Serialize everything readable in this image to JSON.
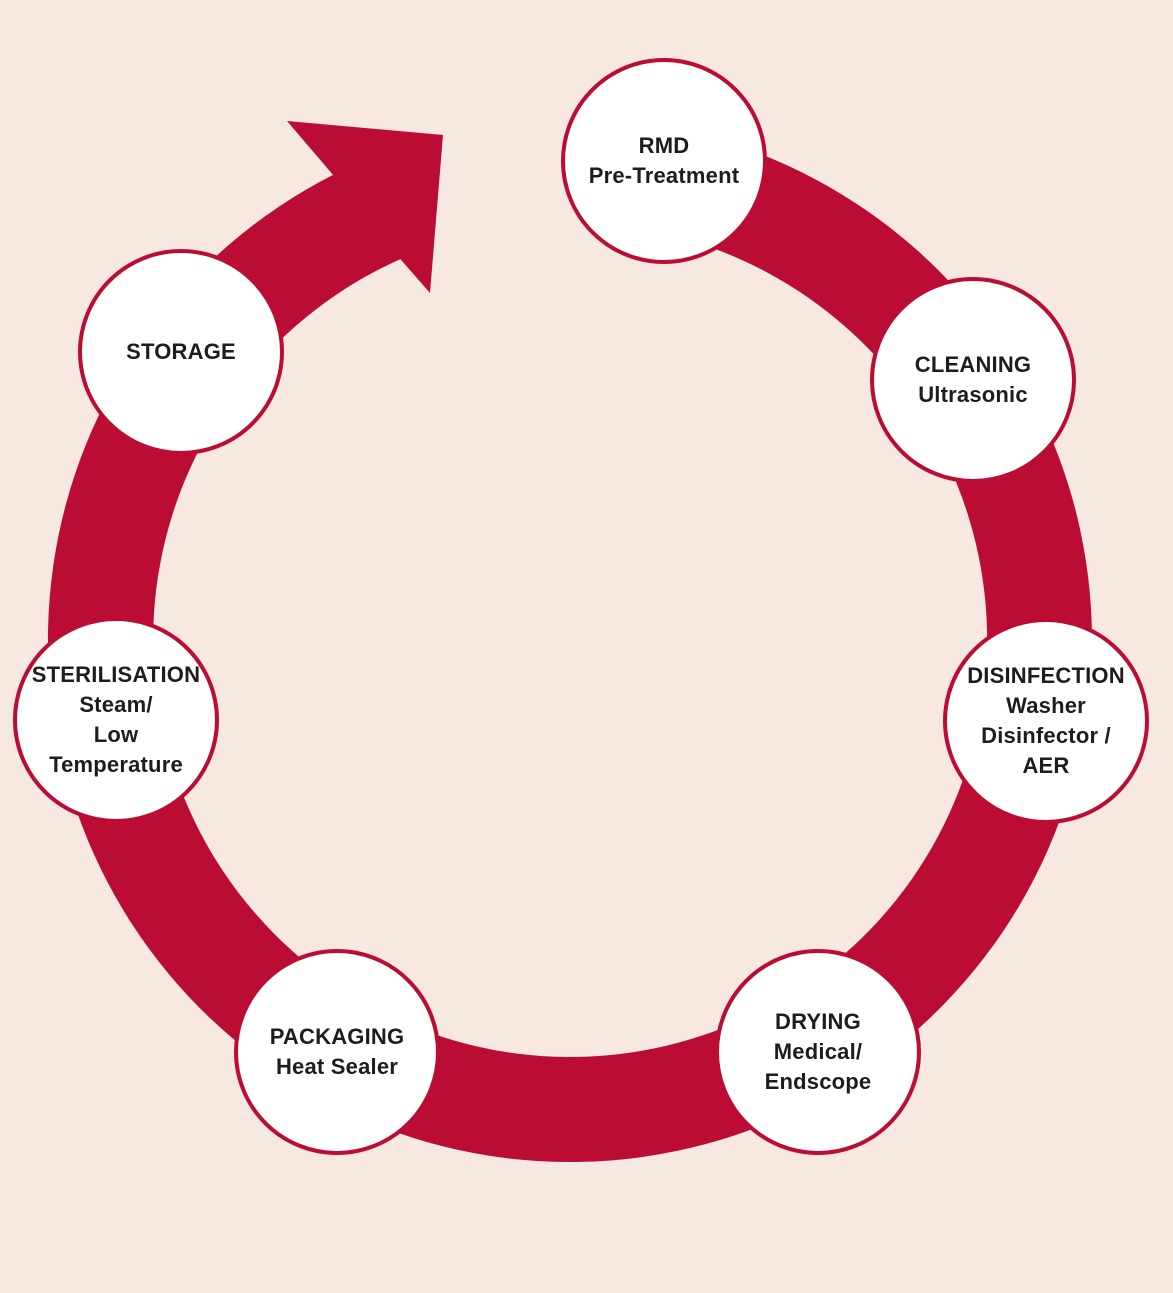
{
  "diagram": {
    "name": "RMD reprocessing cycle",
    "type": "cycle",
    "direction": "clockwise",
    "colors": {
      "background": "#f8e8e2",
      "band": "#bb0d34",
      "node_fill": "#ffffff",
      "node_border": "#bb0d34",
      "text": "#1d1d1b"
    },
    "nodes": [
      {
        "id": "rmd-pre-treatment",
        "title": "RMD",
        "lines": [
          "Pre-Treatment"
        ]
      },
      {
        "id": "cleaning",
        "title": "CLEANING",
        "lines": [
          "Ultrasonic"
        ]
      },
      {
        "id": "disinfection",
        "title": "DISINFECTION",
        "lines": [
          "Washer",
          "Disinfector /",
          "AER"
        ]
      },
      {
        "id": "drying",
        "title": "DRYING",
        "lines": [
          "Medical/",
          "Endscope"
        ]
      },
      {
        "id": "packaging",
        "title": "PACKAGING",
        "lines": [
          "Heat Sealer"
        ]
      },
      {
        "id": "sterilisation",
        "title": "STERILISATION",
        "lines": [
          "Steam/",
          "Low",
          "Temperature"
        ]
      },
      {
        "id": "storage",
        "title": "STORAGE",
        "lines": []
      }
    ]
  }
}
